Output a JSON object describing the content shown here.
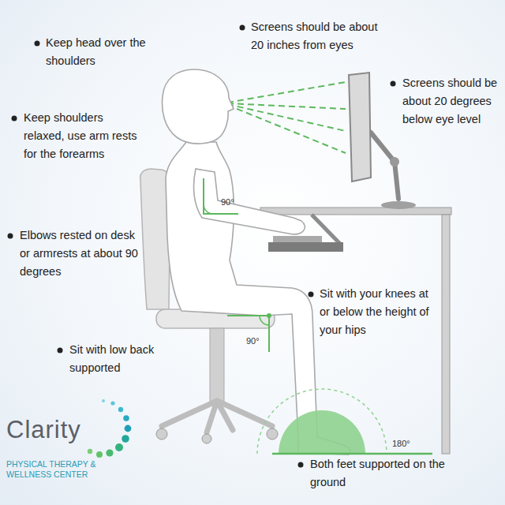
{
  "diagram": {
    "labels": [
      "Keep head over the shoulders",
      "Screens should be about 20 inches from eyes",
      "Screens should be about 20 degrees below eye level",
      "Keep shoulders relaxed, use arm rests for the forearms",
      "90°",
      "Elbows rested on desk or armrests at about 90 degrees",
      "Sit with your knees at or below the height of your hips",
      "90°",
      "Sit with low back supported",
      "180°",
      "Both feet supported on the ground",
      "Clarity",
      "PHYSICAL THERAPY & WELLNESS CENTER"
    ]
  }
}
